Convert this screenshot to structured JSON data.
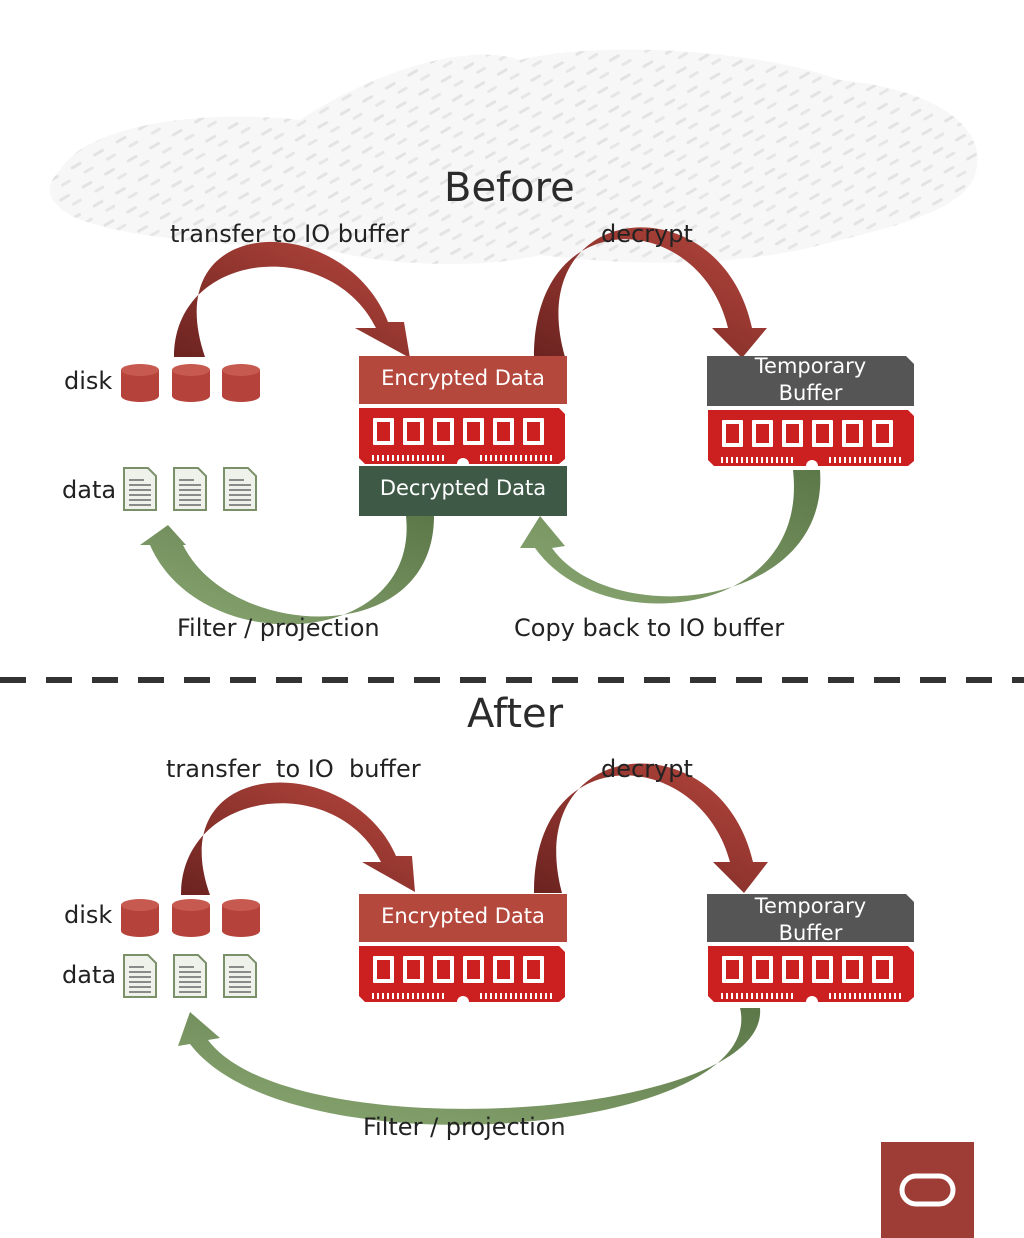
{
  "before": {
    "title": "Before",
    "arrow_transfer": "transfer to IO buffer",
    "arrow_decrypt": "decrypt",
    "disk_label": "disk",
    "data_label": "data",
    "encrypted_box": "Encrypted Data",
    "decrypted_box": "Decrypted Data",
    "temp_buffer_line1": "Temporary",
    "temp_buffer_line2": "Buffer",
    "arrow_filter": "Filter / projection",
    "arrow_copy_back": "Copy back to IO buffer"
  },
  "after": {
    "title": "After",
    "arrow_transfer": "transfer  to IO  buffer",
    "arrow_decrypt": "decrypt",
    "disk_label": "disk",
    "data_label": "data",
    "encrypted_box": "Encrypted Data",
    "temp_buffer_line1": "Temporary",
    "temp_buffer_line2": "Buffer",
    "arrow_filter": "Filter / projection"
  },
  "colors": {
    "red_arrow": "#9b3c34",
    "green_arrow": "#7a9660",
    "encrypted_box": "#b5483d",
    "decrypted_box": "#3e5a47",
    "temp_buffer": "#555555",
    "memory_red": "#cc1f1f",
    "logo_bg": "#9e3d35"
  },
  "icons": [
    "disk-icon",
    "document-icon",
    "memory-module-icon",
    "oracle-logo-icon"
  ]
}
